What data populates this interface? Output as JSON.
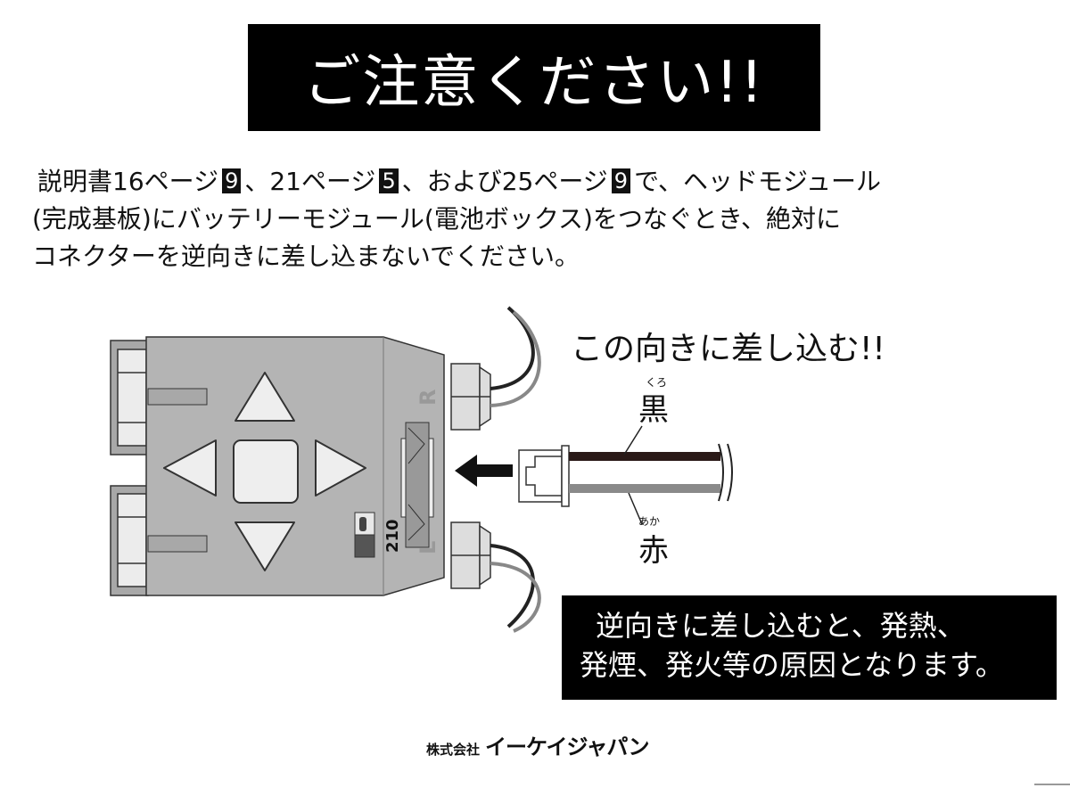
{
  "title": "ご注意ください!!",
  "paragraph": {
    "line1": {
      "a": "説明書16ページ",
      "b1": "9",
      "c": "、21ページ",
      "b2": "5",
      "d": "、および25ページ",
      "b3": "9",
      "e": "で、ヘッドモジュール"
    },
    "line2": "(完成基板)にバッテリーモジュール(電池ボックス)をつなぐとき、絶対に",
    "line3": "コネクターを逆向きに差し込まないでください。"
  },
  "diagram": {
    "insert_label": "この向きに差し込む!!",
    "black_wire_label": "黒",
    "black_wire_ruby": "くろ",
    "red_wire_label": "赤",
    "red_wire_ruby": "あか",
    "switch_label": "210",
    "right_label": "R",
    "left_label": "L"
  },
  "warning": {
    "line1": "逆向きに差し込むと、発熱、",
    "line2": "発煙、発火等の原因となります。"
  },
  "footer": {
    "company_prefix": "株式会社",
    "company_name": "イーケイジャパン"
  }
}
